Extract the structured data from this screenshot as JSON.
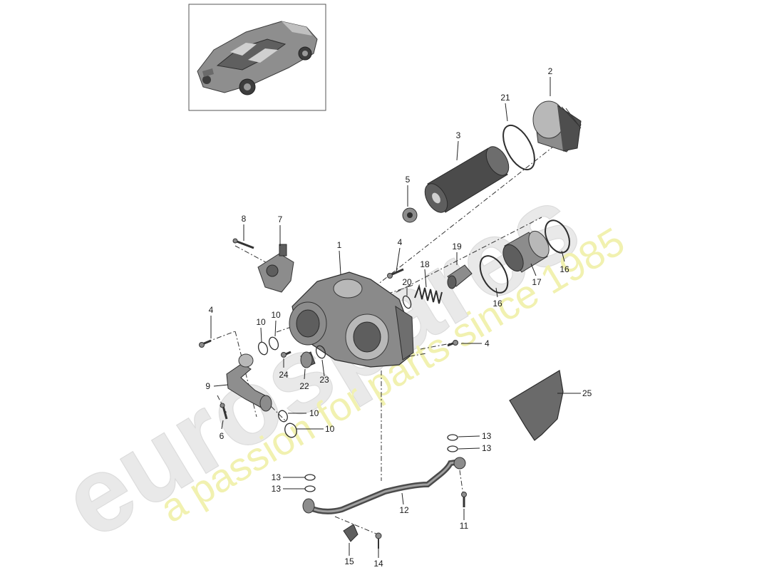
{
  "watermark": {
    "brand": "eurospares",
    "tagline": "a passion for parts since 1985"
  },
  "colors": {
    "part_dark": "#5e5e5e",
    "part_mid": "#8c8c8c",
    "part_light": "#b8b8b8",
    "watermark_gray": "#e9e9e9",
    "watermark_yellow": "#f1f1b0",
    "line": "#222222"
  },
  "thumbnail": {
    "subject": "car-overview"
  },
  "callouts": {
    "c1": "1",
    "c2": "2",
    "c3": "3",
    "c4a": "4",
    "c4b": "4",
    "c4c": "4",
    "c5": "5",
    "c6": "6",
    "c7": "7",
    "c8": "8",
    "c9": "9",
    "c10a": "10",
    "c10b": "10",
    "c10c": "10",
    "c10d": "10",
    "c11": "11",
    "c12": "12",
    "c13a": "13",
    "c13b": "13",
    "c13c": "13",
    "c13d": "13",
    "c14": "14",
    "c15": "15",
    "c16a": "16",
    "c16b": "16",
    "c17": "17",
    "c18": "18",
    "c19": "19",
    "c20": "20",
    "c21": "21",
    "c22": "22",
    "c23": "23",
    "c24": "24",
    "c25": "25"
  }
}
